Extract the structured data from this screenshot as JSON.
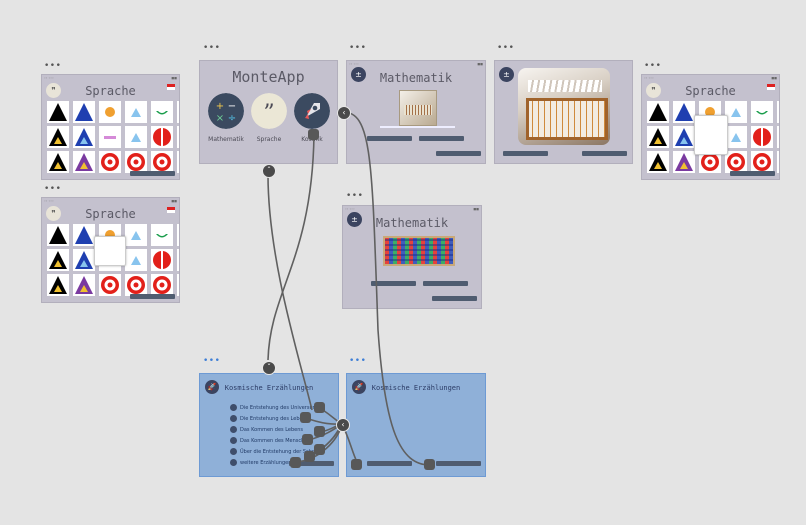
{
  "sprache_title": "Sprache",
  "quote_icon": "quote-icon",
  "flag_icon": "flag-icon",
  "shapes": [
    {
      "shape": "triangle",
      "color": "#000000"
    },
    {
      "shape": "triangle",
      "color": "#1f3fb0"
    },
    {
      "shape": "dot",
      "color": "#f0a030"
    },
    {
      "shape": "triangle-small",
      "color": "#88c4ee"
    },
    {
      "shape": "arc",
      "color": "#1a9e4c"
    },
    {
      "shape": "blank",
      "color": "#ffffff"
    },
    {
      "shape": "triangle",
      "color": "#000000",
      "inner": "#f0c030"
    },
    {
      "shape": "triangle",
      "color": "#1f3fb0",
      "inner": "#88c4ee"
    },
    {
      "shape": "bar",
      "color": "#d58ad8"
    },
    {
      "shape": "triangle-small",
      "color": "#88c4ee"
    },
    {
      "shape": "circle-split",
      "color": "#e2201a"
    },
    {
      "shape": "circle-tri",
      "color": "#e2201a"
    },
    {
      "shape": "triangle",
      "color": "#000000",
      "inner": "#f0c030"
    },
    {
      "shape": "triangle",
      "color": "#7a3aa0",
      "inner": "#f0c030"
    },
    {
      "shape": "ring",
      "color": "#e2201a"
    },
    {
      "shape": "ring",
      "color": "#e2201a"
    },
    {
      "shape": "ring",
      "color": "#e2201a"
    },
    {
      "shape": "disk",
      "color": "#b8b8b8"
    }
  ],
  "monteapp": {
    "title": "MonteApp",
    "labels": [
      "Mathematik",
      "Sprache",
      "Kosmik"
    ],
    "icons": [
      "math-icon",
      "quote-icon",
      "rocket-icon"
    ]
  },
  "mathe_title": "Mathematik",
  "kosmik": {
    "title": "Kosmische Erzählungen",
    "items": [
      "Die Entstehung des Universums",
      "Die Entstehung des Lebens",
      "Das Kommen des Lebens",
      "Das Kommen des Menschen",
      "Über die Entstehung der Schrift",
      "weitere Erzählungen"
    ]
  }
}
